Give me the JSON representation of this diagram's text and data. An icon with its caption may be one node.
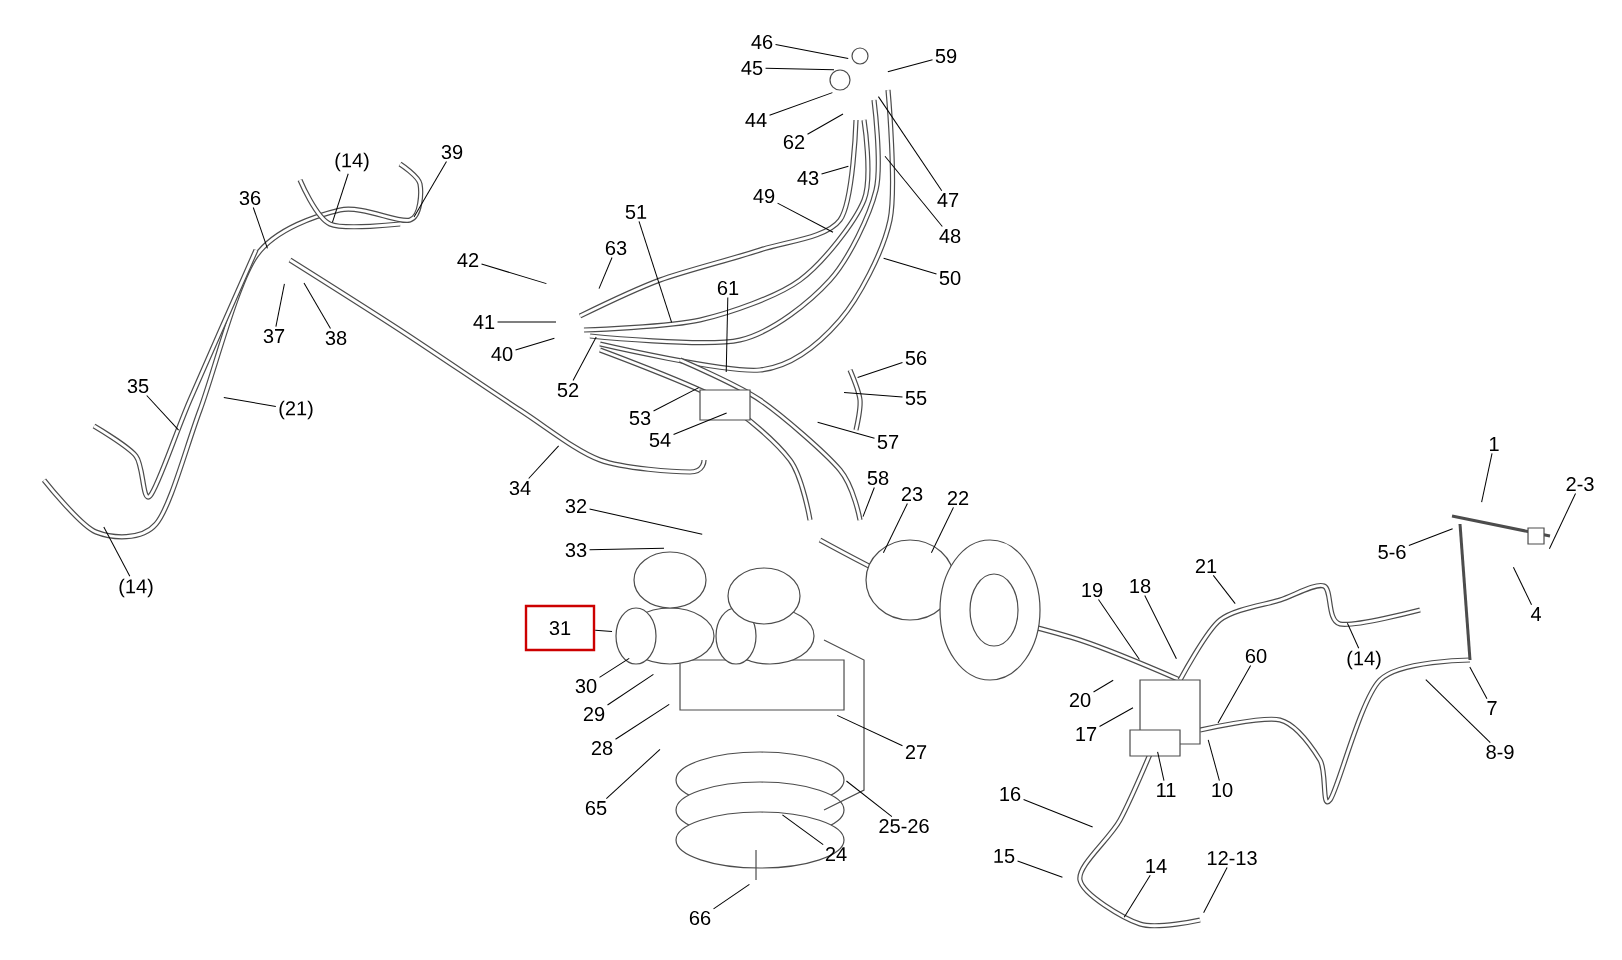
{
  "diagram": {
    "nodes": [
      {
        "text": [
          "46"
        ]
      },
      {
        "text": [
          "45"
        ]
      },
      {
        "text": [
          "59"
        ]
      },
      {
        "text": [
          "44"
        ]
      },
      {
        "text": [
          "62"
        ]
      },
      {
        "text": [
          "43"
        ]
      },
      {
        "text": [
          "49"
        ]
      },
      {
        "text": [
          "47"
        ]
      },
      {
        "text": [
          "48"
        ]
      },
      {
        "text": [
          "50"
        ]
      },
      {
        "text": [
          "39"
        ]
      },
      {
        "text": [
          "(14)"
        ]
      },
      {
        "text": [
          "36"
        ]
      },
      {
        "text": [
          "51"
        ]
      },
      {
        "text": [
          "63"
        ]
      },
      {
        "text": [
          "42"
        ]
      },
      {
        "text": [
          "61"
        ]
      },
      {
        "text": [
          "41"
        ]
      },
      {
        "text": [
          "40"
        ]
      },
      {
        "text": [
          "37"
        ]
      },
      {
        "text": [
          "38"
        ]
      },
      {
        "text": [
          "56"
        ]
      },
      {
        "text": [
          "52"
        ]
      },
      {
        "text": [
          "35"
        ]
      },
      {
        "text": [
          "55"
        ]
      },
      {
        "text": [
          "(21)"
        ]
      },
      {
        "text": [
          "53"
        ]
      },
      {
        "text": [
          "54"
        ]
      },
      {
        "text": [
          "57"
        ]
      },
      {
        "text": [
          "1"
        ]
      },
      {
        "text": [
          "58"
        ]
      },
      {
        "text": [
          "34"
        ]
      },
      {
        "text": [
          "23"
        ]
      },
      {
        "text": [
          "22"
        ]
      },
      {
        "text": [
          "2-3"
        ]
      },
      {
        "text": [
          "32"
        ]
      },
      {
        "text": [
          "33"
        ]
      },
      {
        "text": [
          "5-6"
        ]
      },
      {
        "text": [
          "21"
        ]
      },
      {
        "text": [
          "(14)"
        ]
      },
      {
        "text": [
          "19"
        ]
      },
      {
        "text": [
          "18"
        ]
      },
      {
        "text": [
          "4"
        ]
      },
      {
        "text": [
          "31"
        ]
      },
      {
        "text": [
          "(14)"
        ]
      },
      {
        "text": [
          "60"
        ]
      },
      {
        "text": [
          "30"
        ]
      },
      {
        "text": [
          "20"
        ]
      },
      {
        "text": [
          "7"
        ]
      },
      {
        "text": [
          "29"
        ]
      },
      {
        "text": [
          "17"
        ]
      },
      {
        "text": [
          "28"
        ]
      },
      {
        "text": [
          "27"
        ]
      },
      {
        "text": [
          "8-9"
        ]
      },
      {
        "text": [
          "11"
        ]
      },
      {
        "text": [
          "10"
        ]
      },
      {
        "text": [
          "16"
        ]
      },
      {
        "text": [
          "65"
        ]
      },
      {
        "text": [
          "25-26"
        ]
      },
      {
        "text": [
          "24"
        ]
      },
      {
        "text": [
          "12-13"
        ]
      },
      {
        "text": [
          "15"
        ]
      },
      {
        "text": [
          "14"
        ]
      },
      {
        "text": [
          "66"
        ]
      }
    ],
    "edges": [
      {
        "from": 0,
        "to": null,
        "arrow": "none"
      },
      {
        "from": 1,
        "to": null,
        "arrow": "none"
      },
      {
        "from": 2,
        "to": null,
        "arrow": "none"
      },
      {
        "from": 3,
        "to": null,
        "arrow": "none"
      },
      {
        "from": 4,
        "to": null,
        "arrow": "none"
      },
      {
        "from": 5,
        "to": null,
        "arrow": "none"
      },
      {
        "from": 6,
        "to": null,
        "arrow": "none"
      },
      {
        "from": 7,
        "to": null,
        "arrow": "none"
      },
      {
        "from": 8,
        "to": null,
        "arrow": "none"
      },
      {
        "from": 9,
        "to": null,
        "arrow": "none"
      },
      {
        "from": 10,
        "to": null,
        "arrow": "none"
      },
      {
        "from": 11,
        "to": null,
        "arrow": "none"
      },
      {
        "from": 12,
        "to": null,
        "arrow": "none"
      },
      {
        "from": 13,
        "to": null,
        "arrow": "none"
      },
      {
        "from": 14,
        "to": null,
        "arrow": "none"
      },
      {
        "from": 15,
        "to": null,
        "arrow": "none"
      },
      {
        "from": 16,
        "to": null,
        "arrow": "none"
      },
      {
        "from": 17,
        "to": null,
        "arrow": "none"
      },
      {
        "from": 18,
        "to": null,
        "arrow": "none"
      },
      {
        "from": 19,
        "to": null,
        "arrow": "none"
      },
      {
        "from": 20,
        "to": null,
        "arrow": "none"
      },
      {
        "from": 21,
        "to": null,
        "arrow": "none"
      },
      {
        "from": 22,
        "to": null,
        "arrow": "none"
      },
      {
        "from": 23,
        "to": null,
        "arrow": "none"
      },
      {
        "from": 24,
        "to": null,
        "arrow": "none"
      },
      {
        "from": 25,
        "to": null,
        "arrow": "none"
      },
      {
        "from": 26,
        "to": null,
        "arrow": "none"
      },
      {
        "from": 27,
        "to": null,
        "arrow": "none"
      },
      {
        "from": 28,
        "to": null,
        "arrow": "none"
      },
      {
        "from": 29,
        "to": null,
        "arrow": "none"
      },
      {
        "from": 30,
        "to": null,
        "arrow": "none"
      },
      {
        "from": 31,
        "to": null,
        "arrow": "none"
      },
      {
        "from": 32,
        "to": null,
        "arrow": "none"
      },
      {
        "from": 33,
        "to": null,
        "arrow": "none"
      },
      {
        "from": 34,
        "to": null,
        "arrow": "none"
      },
      {
        "from": 35,
        "to": null,
        "arrow": "none"
      },
      {
        "from": 36,
        "to": null,
        "arrow": "none"
      },
      {
        "from": 37,
        "to": null,
        "arrow": "none"
      },
      {
        "from": 38,
        "to": null,
        "arrow": "none"
      },
      {
        "from": 39,
        "to": null,
        "arrow": "none"
      },
      {
        "from": 40,
        "to": null,
        "arrow": "none"
      },
      {
        "from": 41,
        "to": null,
        "arrow": "none"
      },
      {
        "from": 42,
        "to": null,
        "arrow": "none"
      },
      {
        "from": 43,
        "to": null,
        "arrow": "none"
      },
      {
        "from": 44,
        "to": null,
        "arrow": "none"
      },
      {
        "from": 45,
        "to": null,
        "arrow": "none"
      },
      {
        "from": 46,
        "to": null,
        "arrow": "none"
      },
      {
        "from": 47,
        "to": null,
        "arrow": "none"
      },
      {
        "from": 48,
        "to": null,
        "arrow": "none"
      },
      {
        "from": 49,
        "to": null,
        "arrow": "none"
      },
      {
        "from": 50,
        "to": null,
        "arrow": "none"
      },
      {
        "from": 51,
        "to": null,
        "arrow": "none"
      },
      {
        "from": 52,
        "to": null,
        "arrow": "none"
      },
      {
        "from": 53,
        "to": null,
        "arrow": "none"
      },
      {
        "from": 54,
        "to": null,
        "arrow": "none"
      },
      {
        "from": 55,
        "to": null,
        "arrow": "none"
      },
      {
        "from": 56,
        "to": null,
        "arrow": "none"
      },
      {
        "from": 57,
        "to": null,
        "arrow": "none"
      },
      {
        "from": 58,
        "to": null,
        "arrow": "none"
      },
      {
        "from": 59,
        "to": null,
        "arrow": "none"
      },
      {
        "from": 60,
        "to": null,
        "arrow": "none"
      },
      {
        "from": 61,
        "to": null,
        "arrow": "none"
      },
      {
        "from": 62,
        "to": null,
        "arrow": "none"
      },
      {
        "from": 63,
        "to": null,
        "arrow": "none"
      }
    ]
  }
}
